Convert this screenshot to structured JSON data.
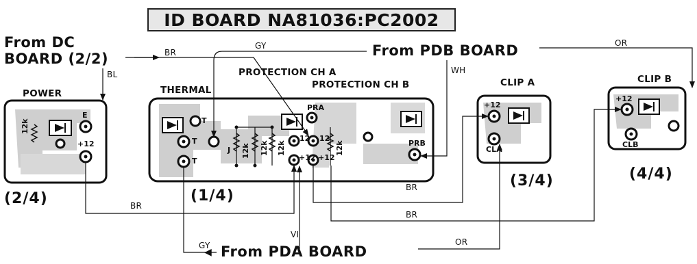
{
  "title": "ID BOARD NA81036:PC2002",
  "sources": {
    "dc_board_line1": "From DC",
    "dc_board_line2": "BOARD (2/2)",
    "pdb_board": "From PDB BOARD",
    "pda_board": "From PDA BOARD"
  },
  "boards": {
    "power": {
      "label": "POWER",
      "page": "(2/4)",
      "resistor": "12k",
      "pins": {
        "e": "E",
        "plus12": "+12"
      }
    },
    "main": {
      "labels": {
        "thermal": "THERMAL",
        "prot_a": "PROTECTION CH A",
        "prot_b": "PROTECTION CH B"
      },
      "page": "(1/4)",
      "pins": {
        "t1": "T",
        "t2": "T",
        "t3": "T",
        "j": "J",
        "pra": "PRA",
        "prb": "PRB",
        "p12a": "12",
        "p12b": "12",
        "p12c": "+12",
        "p12d": "+12"
      },
      "resistors": {
        "r1": "12k",
        "r2": "12k",
        "r3": "12k",
        "r4": "12k"
      }
    },
    "clip_a": {
      "label": "CLIP A",
      "page": "(3/4)",
      "pins": {
        "plus12": "+12",
        "cla": "CLA"
      }
    },
    "clip_b": {
      "label": "CLIP B",
      "page": "(4/4)",
      "pins": {
        "plus12": "+12",
        "clb": "CLB"
      }
    }
  },
  "wires": {
    "bl": "BL",
    "br_top": "BR",
    "gy_top": "GY",
    "wh": "WH",
    "or_top": "OR",
    "br_power": "BR",
    "br_clipa": "BR",
    "br_clipb": "BR",
    "gy_bottom": "GY",
    "vi": "VI",
    "or_bottom": "OR"
  },
  "colors": {
    "ink": "#111111",
    "board_fill": "#ffffff",
    "copper": "#c9c9c9",
    "title_bg": "#e7e7e7"
  }
}
